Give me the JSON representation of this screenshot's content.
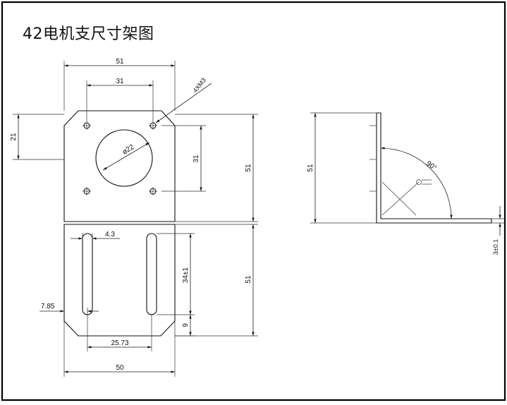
{
  "title": "42电机支尺寸架图",
  "dimensions": {
    "top_width": "51",
    "hole_spacing_h": "31",
    "holes_callout": "4XM3",
    "top_offset": "21",
    "hole_spacing_v": "31",
    "circle_dia": "ø22",
    "upper_height": "51",
    "side_height": "51",
    "angle": "90°",
    "slot_width": "4.3",
    "slot_len": "34±1",
    "lower_height": "51",
    "slot_left_offset": "7.85",
    "slot_bottom_offset": "9",
    "slot_spacing": "25.73",
    "bottom_width": "50",
    "thickness": "3±0.1"
  }
}
